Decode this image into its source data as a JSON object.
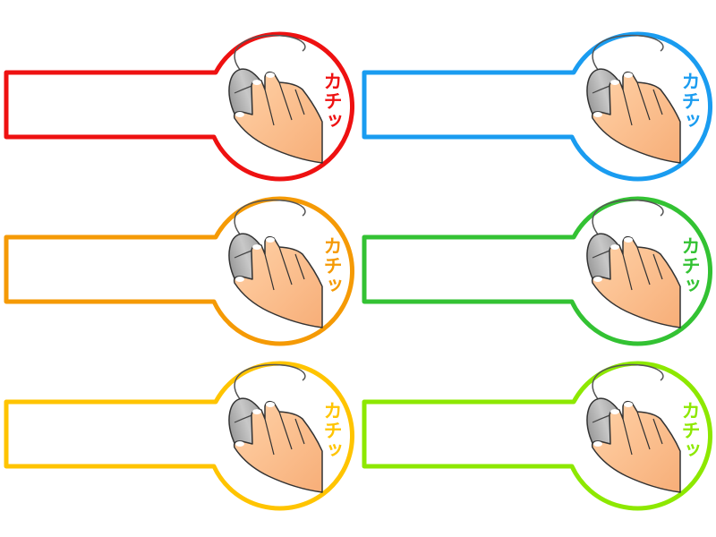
{
  "labels": [
    {
      "text": "カチッ",
      "color": "#ee1111",
      "icon": "mouse-click-hand-icon"
    },
    {
      "text": "カチッ",
      "color": "#1a9cf0",
      "icon": "mouse-click-hand-icon"
    },
    {
      "text": "カチッ",
      "color": "#f59a05",
      "icon": "mouse-click-hand-icon"
    },
    {
      "text": "カチッ",
      "color": "#33c233",
      "icon": "mouse-click-hand-icon"
    },
    {
      "text": "カチッ",
      "color": "#ffc400",
      "icon": "mouse-click-hand-icon"
    },
    {
      "text": "カチッ",
      "color": "#8de800",
      "icon": "mouse-click-hand-icon"
    }
  ]
}
